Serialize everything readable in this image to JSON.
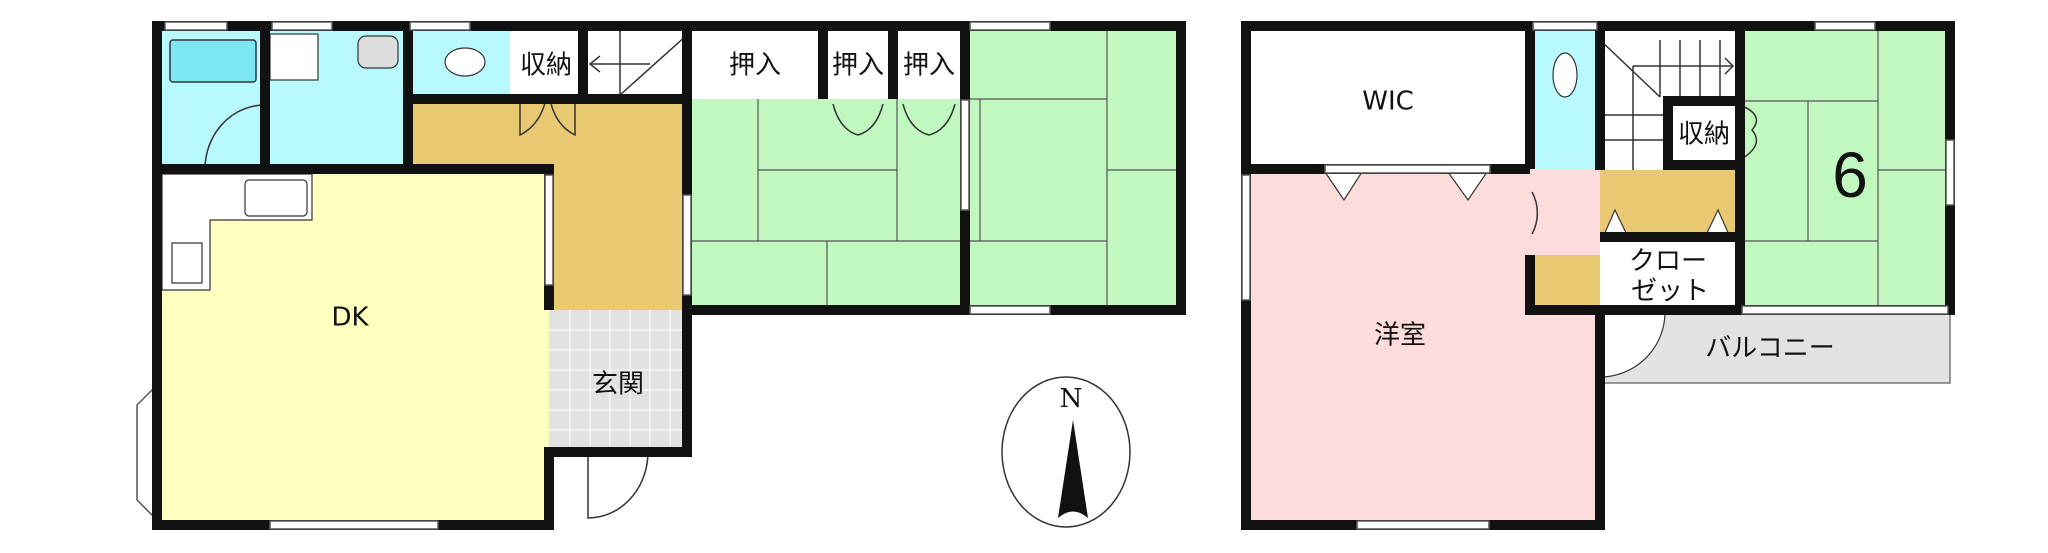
{
  "colors": {
    "wet_area": "#b8f8ff",
    "hall": "#e8c870",
    "tatami": "#c0f8c0",
    "dk": "#ffffc0",
    "western_room": "#ffdcdc",
    "genkan_balcony": "#e2e2e2",
    "wall": "#111111"
  },
  "floor1": {
    "storage_label": "収納",
    "closet1_label": "押入",
    "closet2_label": "押入",
    "closet3_label": "押入",
    "dk_label": "DK",
    "entrance_label": "玄関"
  },
  "floor2": {
    "wic_label": "WIC",
    "western_room_label": "洋室",
    "storage_label": "収納",
    "closet_line1": "クロー",
    "closet_line2": "ゼット",
    "balcony_label": "バルコニー",
    "room_number": "6"
  },
  "compass": {
    "north_label": "N"
  }
}
